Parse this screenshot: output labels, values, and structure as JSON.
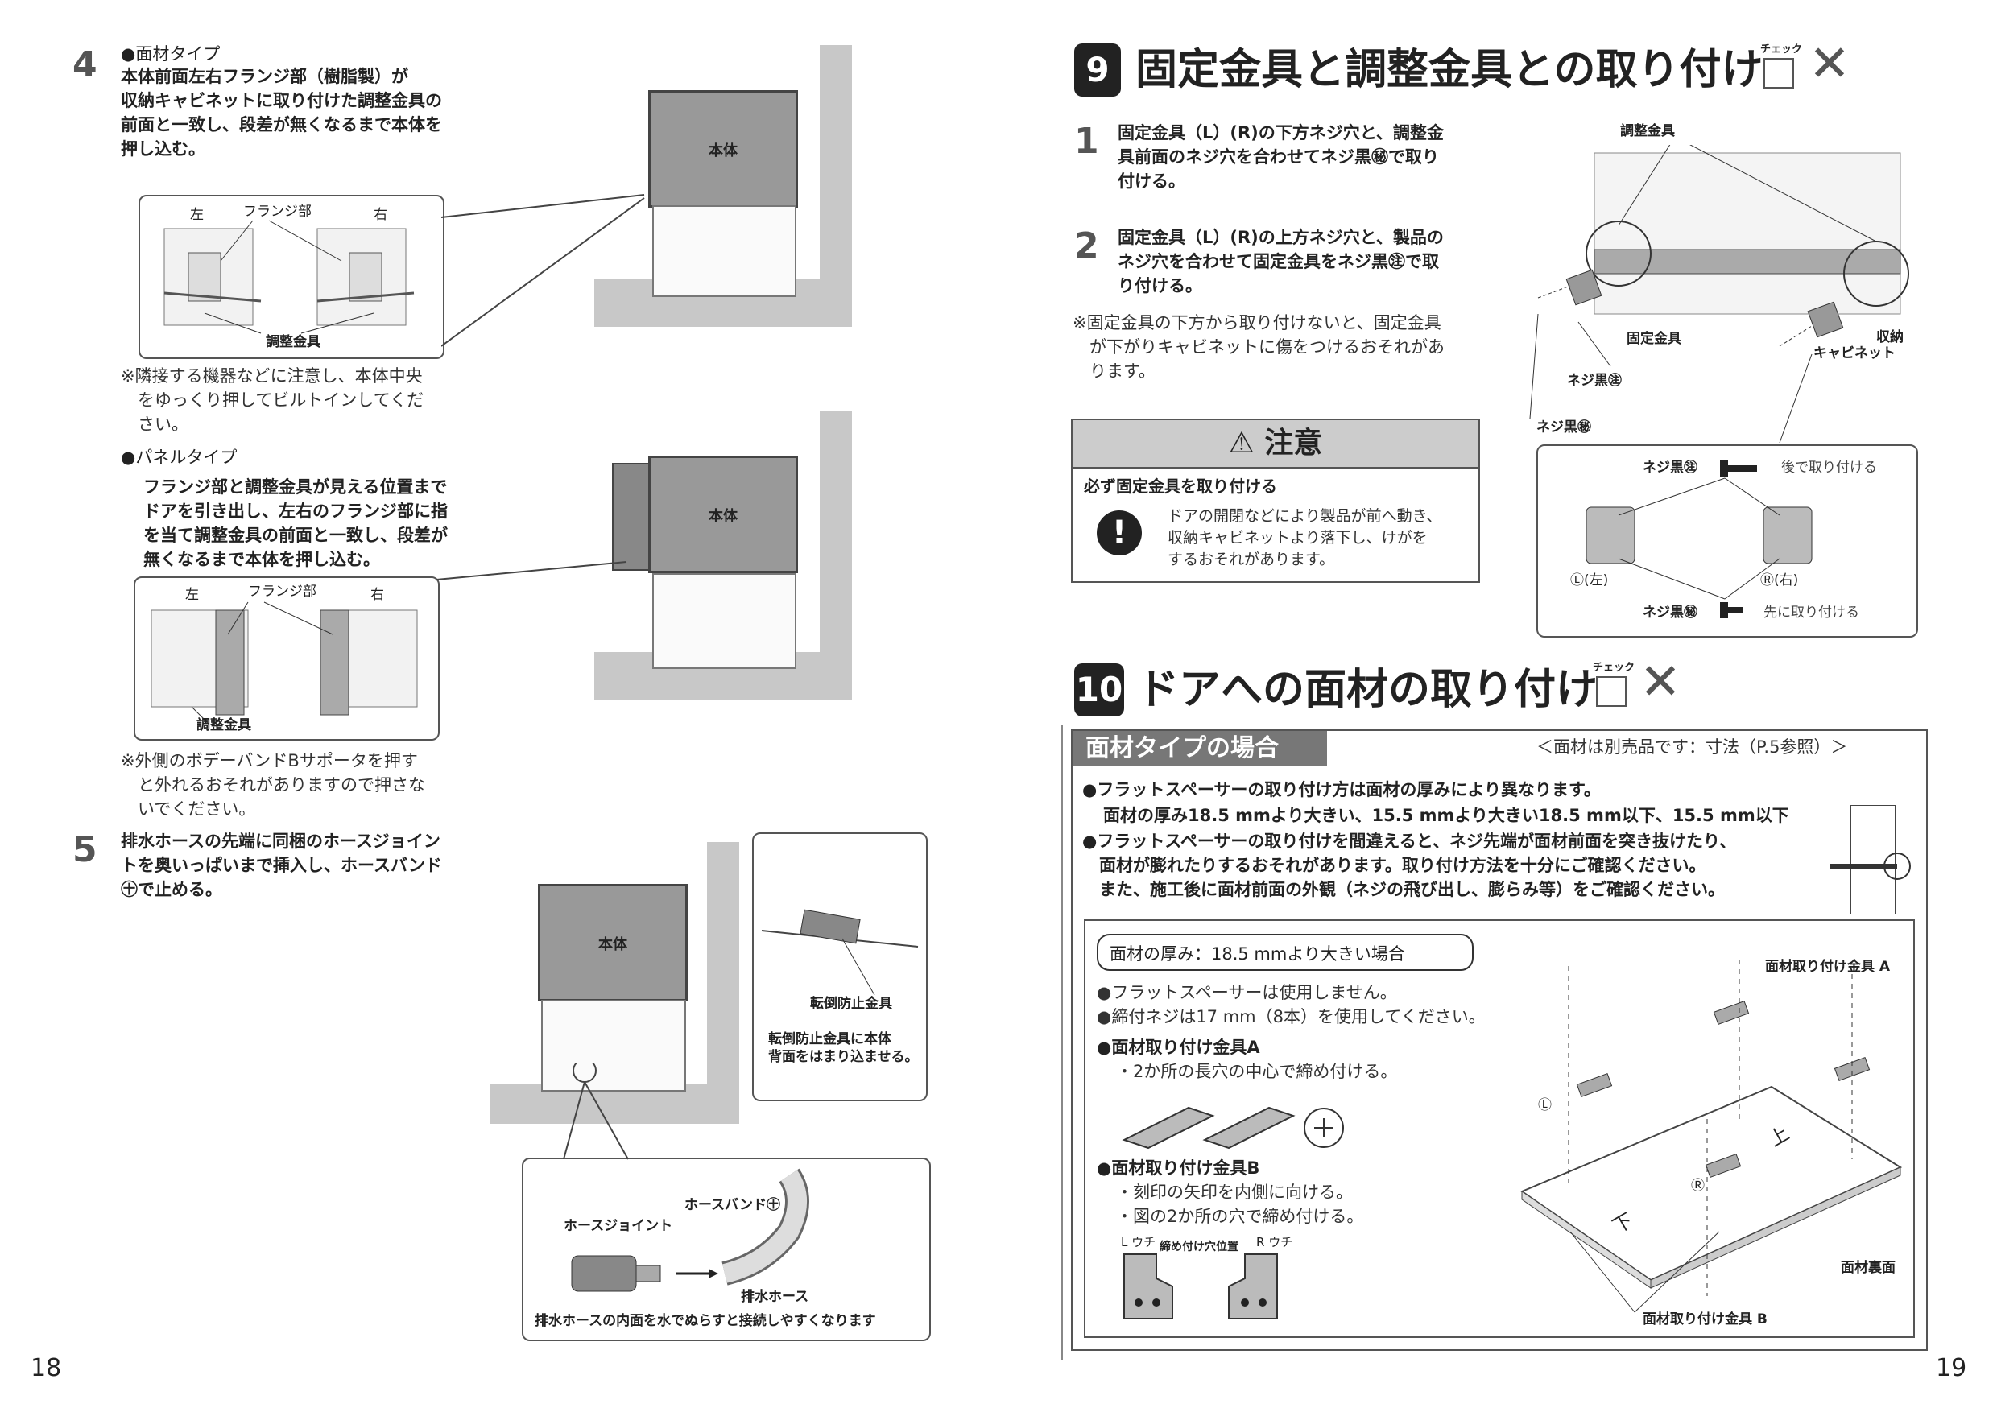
{
  "left_page": {
    "page_number": "18",
    "step4": {
      "num": "4",
      "facing_type_label": "●面材タイプ",
      "facing_lines": [
        "本体前面左右フランジ部（樹脂製）が",
        "収納キャビネットに取り付けた調整金具の",
        "前面と一致し、段差が無くなるまで本体を",
        "押し込む。"
      ],
      "diagram1_labels": {
        "left": "左",
        "flange": "フランジ部",
        "right": "右",
        "bracket": "調整金具"
      },
      "note1_lines": [
        "※隣接する機器などに注意し、本体中央",
        "　をゆっくり押してビルトインしてくだ",
        "　さい。"
      ],
      "panel_type_label": "●パネルタイプ",
      "panel_lines": [
        "フランジ部と調整金具が見える位置まで",
        "ドアを引き出し、左右のフランジ部に指",
        "を当て調整金具の前面と一致し、段差が",
        "無くなるまで本体を押し込む。"
      ],
      "diagram2_labels": {
        "left": "左",
        "flange": "フランジ部",
        "right": "右",
        "bracket": "調整金具"
      },
      "note2_lines": [
        "※外側のボデーバンドBサポータを押す",
        "　と外れるおそれがありますので押さな",
        "　いでください。"
      ],
      "body_label": "本体"
    },
    "step5": {
      "num": "5",
      "lines": [
        "排水ホースの先端に同梱のホースジョイン",
        "トを奥いっぱいまで挿入し、ホースバンド",
        "㊉で止める。"
      ],
      "tip_label": "転倒防止金具",
      "tip_note_lines": [
        "転倒防止金具に本体",
        "背面をはまり込ませる。"
      ],
      "hose_joint": "ホースジョイント",
      "hose_band": "ホースバンド㊉",
      "drain_hose": "排水ホース",
      "hose_note": "排水ホースの内面を水でぬらすと接続しやすくなります",
      "body_label": "本体"
    }
  },
  "right_page": {
    "page_number": "19",
    "sec9": {
      "num": "9",
      "title": "固定金具と調整金具との取り付け",
      "check_label": "チェック",
      "step1_num": "1",
      "step1_lines": [
        "固定金具（L）(R)の下方ネジ穴と、調整金",
        "具前面のネジ穴を合わせてネジ黒㊙で取り",
        "付ける。"
      ],
      "step2_num": "2",
      "step2_lines": [
        "固定金具（L）(R)の上方ネジ穴と、製品の",
        "ネジ穴を合わせて固定金具をネジ黒㊟で取",
        "り付ける。"
      ],
      "note_lines": [
        "※固定金具の下方から取り付けないと、固定金具",
        "　が下がりキャビネットに傷をつけるおそれがあ",
        "　ります。"
      ],
      "caution_title": "注意",
      "caution_head": "必ず固定金具を取り付ける",
      "caution_lines": [
        "ドアの開閉などにより製品が前へ動き、",
        "収納キャビネットより落下し、けがを",
        "するおそれがあります。"
      ],
      "diagram_labels": {
        "adjust_bracket": "調整金具",
        "fix_bracket": "固定金具",
        "cabinet_line1": "収納",
        "cabinet_line2": "キャビネット",
        "screw_long": "ネジ黒㊟",
        "screw_short": "ネジ黒㊙",
        "after": "後で取り付ける",
        "first": "先に取り付ける",
        "L": "Ⓛ(左)",
        "R": "Ⓡ(右)"
      }
    },
    "sec10": {
      "num": "10",
      "title": "ドアへの面材の取り付け",
      "check_label": "チェック",
      "band_label": "面材タイプの場合",
      "band_note": "＜面材は別売品です：寸法（P.5参照）＞",
      "bullet1": "●フラットスペーサーの取り付け方は面材の厚みにより異なります。",
      "bullet1_sub": "面材の厚み18.5 mmより大きい、15.5 mmより大きい18.5 mm以下、15.5 mm以下",
      "bullet2_lines": [
        "●フラットスペーサーの取り付けを間違えると、ネジ先端が面材前面を突き抜けたり、",
        "　面材が膨れたりするおそれがあります。取り付け方法を十分にご確認ください。",
        "　また、施工後に面材前面の外観（ネジの飛び出し、膨らみ等）をご確認ください。"
      ],
      "case_label": "面材の厚み：18.5 mmより大きい場合",
      "case_lines": [
        "●フラットスペーサーは使用しません。",
        "●締付ネジは17 mm（8本）を使用してください。"
      ],
      "a_head": "●面材取り付け金具A",
      "a_line": "・2か所の長穴の中心で締め付ける。",
      "b_head": "●面材取り付け金具B",
      "b_lines": [
        "・刻印の矢印を内側に向ける。",
        "・図の2か所の穴で締め付ける。"
      ],
      "b_mark": "締め付け穴位置",
      "b_left_stamp": "L ウチ",
      "b_right_stamp": "R ウチ",
      "diag_a": "面材取り付け金具 A",
      "diag_b": "面材取り付け金具 B",
      "diag_back": "面材裏面",
      "diag_up": "上",
      "diag_down": "下",
      "diag_L": "Ⓛ",
      "diag_R": "Ⓡ"
    }
  }
}
